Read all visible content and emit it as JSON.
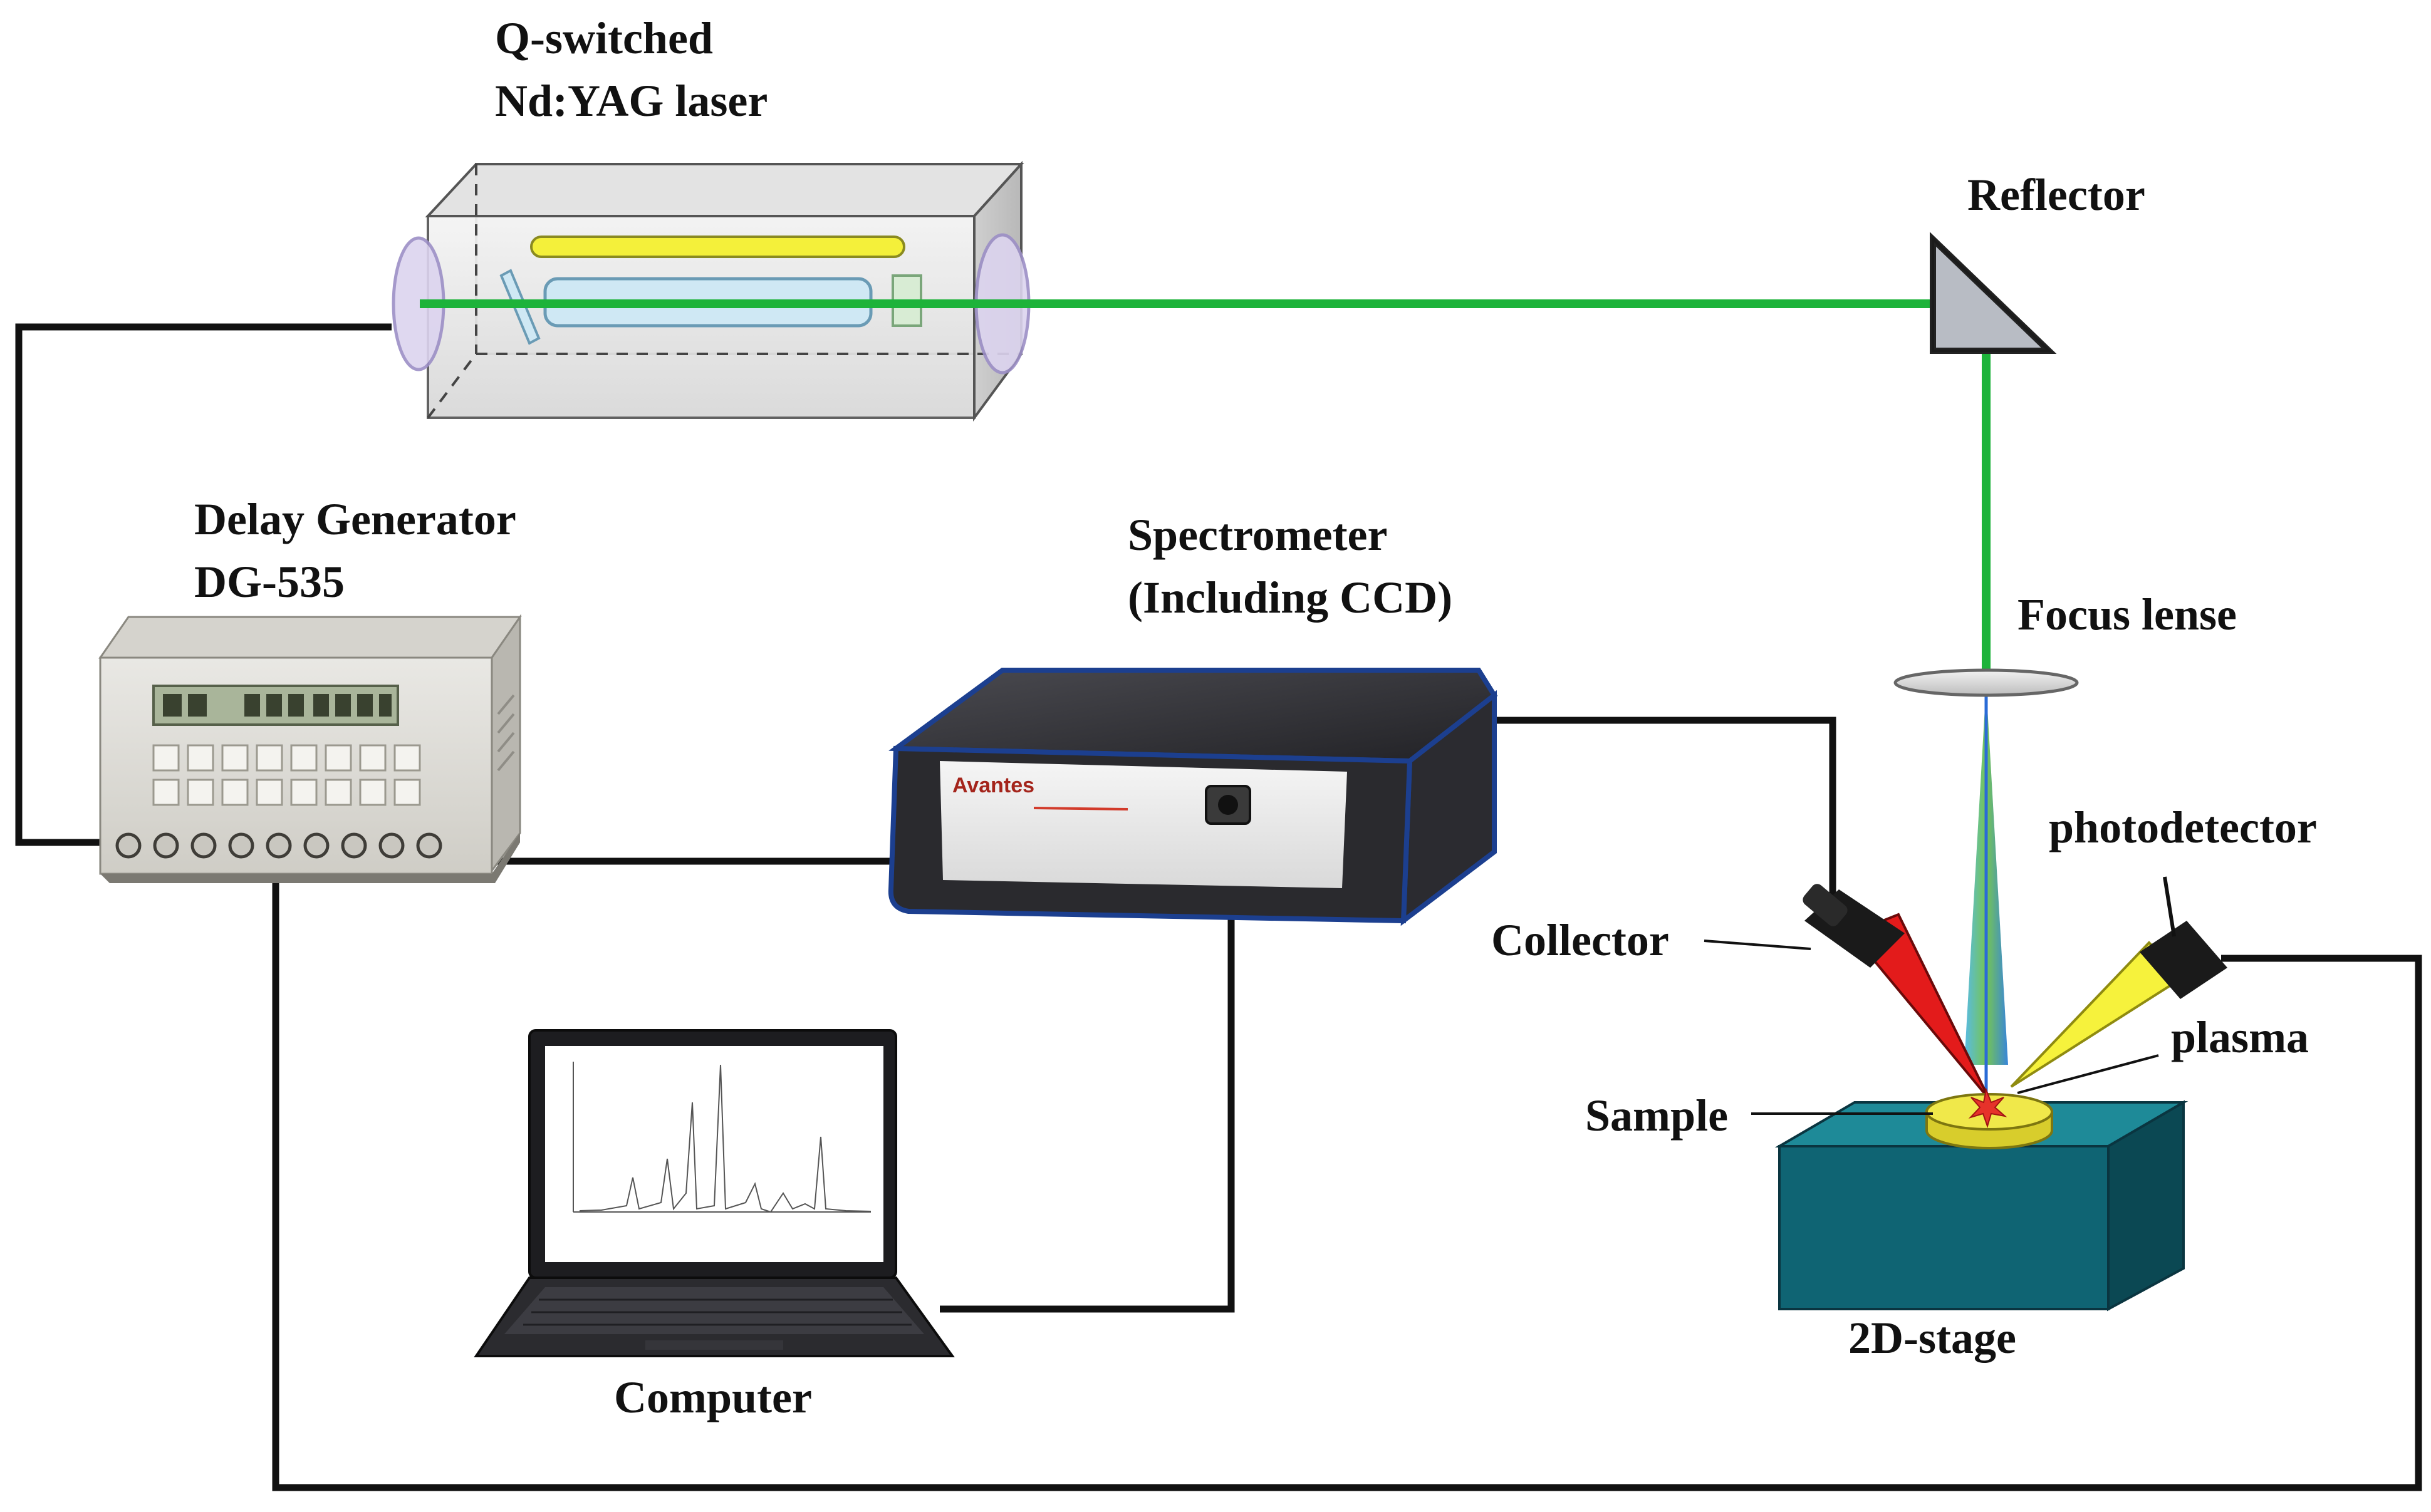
{
  "labels": {
    "laser_line1": "Q-switched",
    "laser_line2": "Nd:YAG laser",
    "reflector": "Reflector",
    "delay_line1": "Delay Generator",
    "delay_line2": "DG-535",
    "spectro_line1": "Spectrometer",
    "spectro_line2": "(Including CCD)",
    "focus_lens": "Focus lense",
    "photodetector": "photodetector",
    "collector": "Collector",
    "plasma": "plasma",
    "sample": "Sample",
    "stage": "2D-stage",
    "computer": "Computer"
  },
  "colors": {
    "beam": "#1db33a",
    "wire": "#111111",
    "laser_rod": "#f4f03a",
    "stage": "#0f6473",
    "sample": "#f0e84a",
    "collector_cone": "#e31b1b",
    "photodetector_cone": "#f6f23c",
    "spectrometer_body": "#2a2a2e",
    "spectrometer_trim": "#1c3f8f"
  },
  "icons": {
    "laser": "laser-cavity-icon",
    "reflector": "prism-reflector-icon",
    "lens": "lens-icon",
    "delay_generator": "delay-generator-device-icon",
    "spectrometer": "spectrometer-device-icon",
    "computer": "laptop-icon",
    "collector": "collector-probe-icon",
    "photodetector": "photodetector-probe-icon",
    "stage": "stage-block-icon",
    "sample": "sample-disc-icon",
    "plasma": "plasma-spark-icon"
  }
}
